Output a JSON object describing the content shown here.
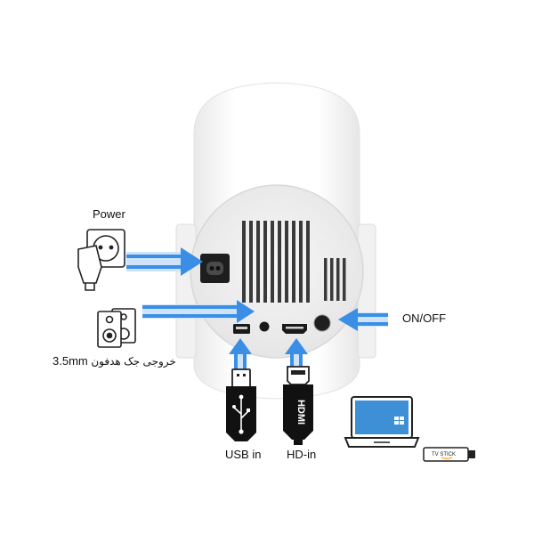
{
  "labels": {
    "power": "Power",
    "on_off": "ON/OFF",
    "jack_mm": "3.5mm",
    "jack_fa": "خروجی جک هدفون",
    "usb_in": "USB in",
    "hd_in": "HD-in"
  },
  "connectors": {
    "hdmi_plug_text": "HDMI",
    "tv_stick_text": "TV STICK"
  },
  "colors": {
    "arrow": "#3b8ee6",
    "arrow_light": "#cfe3f8",
    "panel": "#f2f2f2",
    "laptop_screen": "#3d8fd6"
  }
}
